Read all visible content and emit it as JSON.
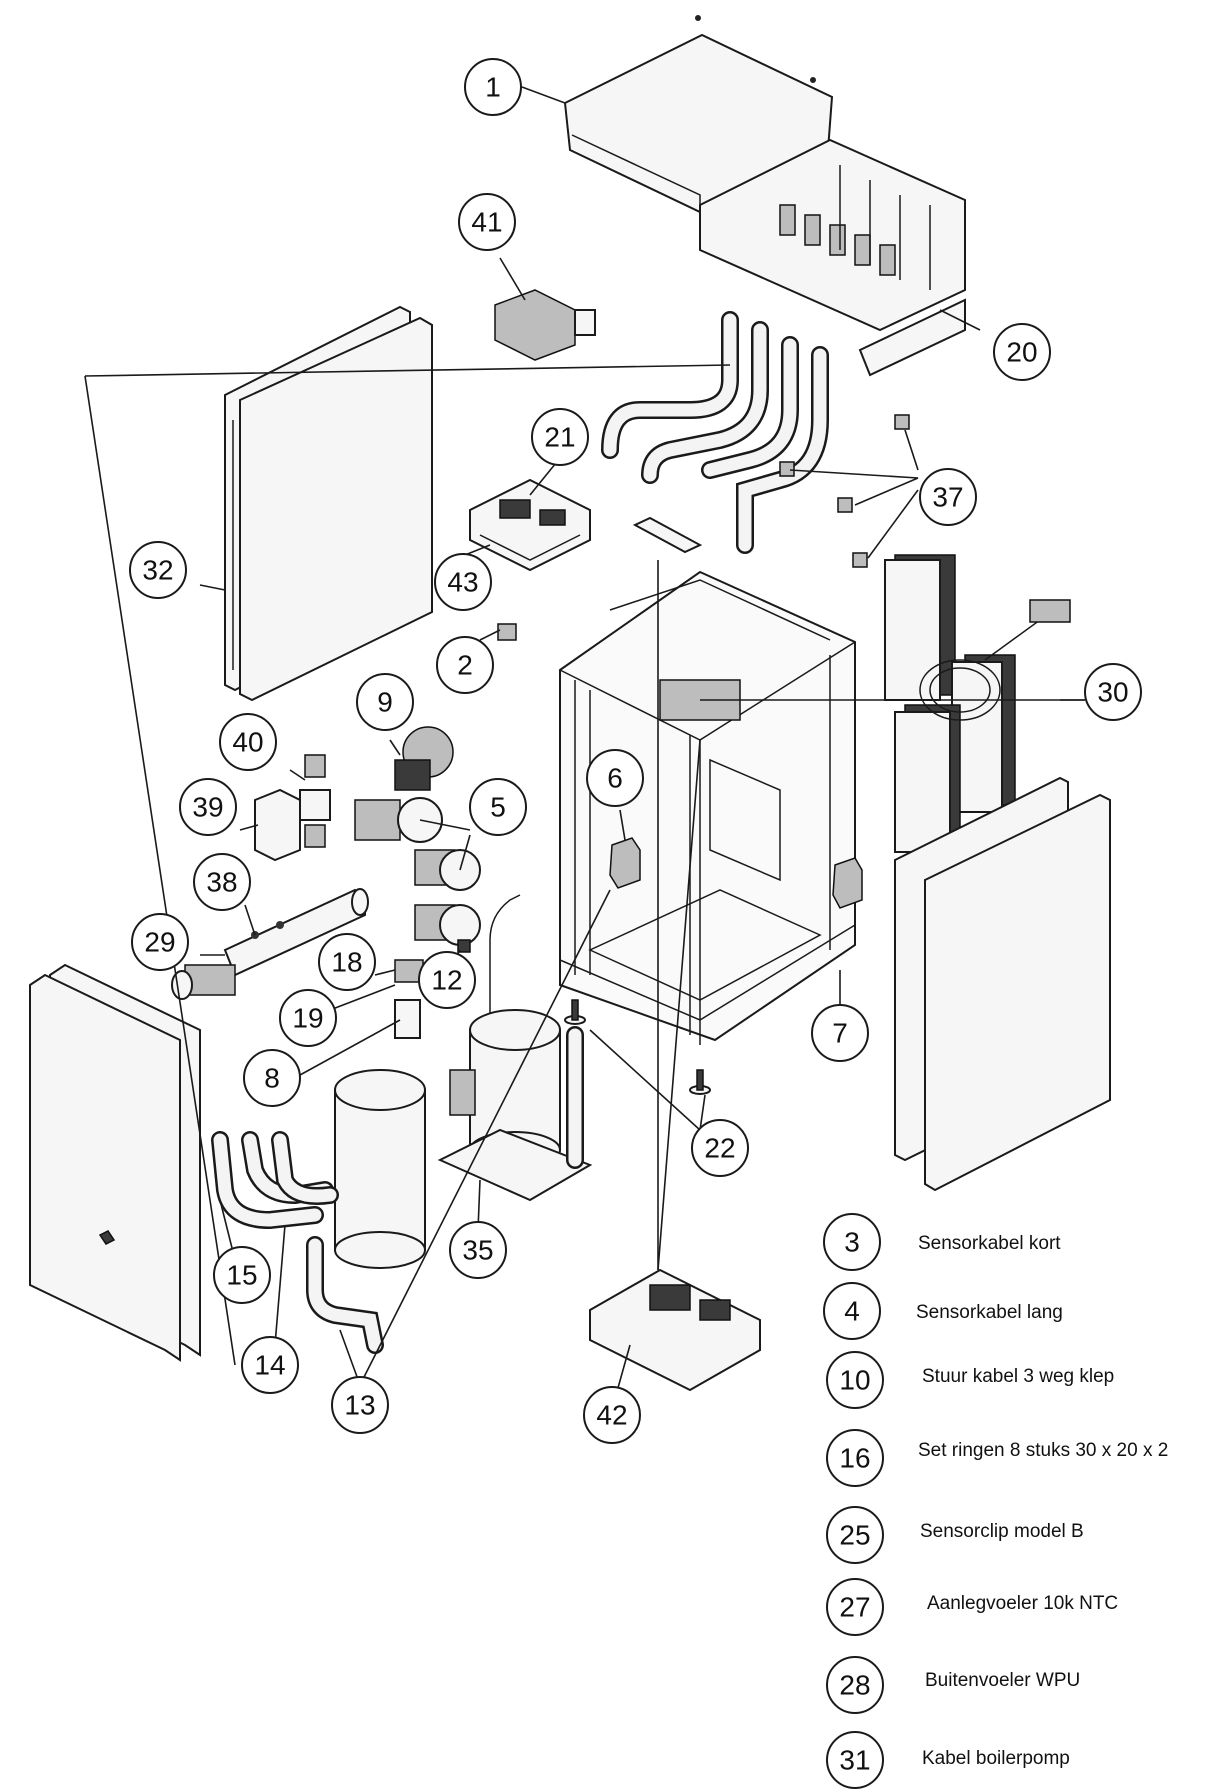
{
  "callouts": [
    {
      "label": "1"
    },
    {
      "label": "41"
    },
    {
      "label": "20"
    },
    {
      "label": "21"
    },
    {
      "label": "37"
    },
    {
      "label": "32"
    },
    {
      "label": "43"
    },
    {
      "label": "2"
    },
    {
      "label": "9"
    },
    {
      "label": "30"
    },
    {
      "label": "40"
    },
    {
      "label": "6"
    },
    {
      "label": "5"
    },
    {
      "label": "39"
    },
    {
      "label": "38"
    },
    {
      "label": "29"
    },
    {
      "label": "18"
    },
    {
      "label": "12"
    },
    {
      "label": "19"
    },
    {
      "label": "7"
    },
    {
      "label": "8"
    },
    {
      "label": "22"
    },
    {
      "label": "35"
    },
    {
      "label": "15"
    },
    {
      "label": "14"
    },
    {
      "label": "13"
    },
    {
      "label": "42"
    }
  ],
  "legend": [
    {
      "number": "3",
      "text": "Sensorkabel kort"
    },
    {
      "number": "4",
      "text": "Sensorkabel lang"
    },
    {
      "number": "10",
      "text": "Stuur kabel 3 weg klep"
    },
    {
      "number": "16",
      "text": "Set ringen 8 stuks 30 x 20 x 2"
    },
    {
      "number": "25",
      "text": "Sensorclip model B"
    },
    {
      "number": "27",
      "text": "Aanlegvoeler 10k NTC"
    },
    {
      "number": "28",
      "text": "Buitenvoeler WPU"
    },
    {
      "number": "31",
      "text": "Kabel boilerpomp"
    }
  ]
}
